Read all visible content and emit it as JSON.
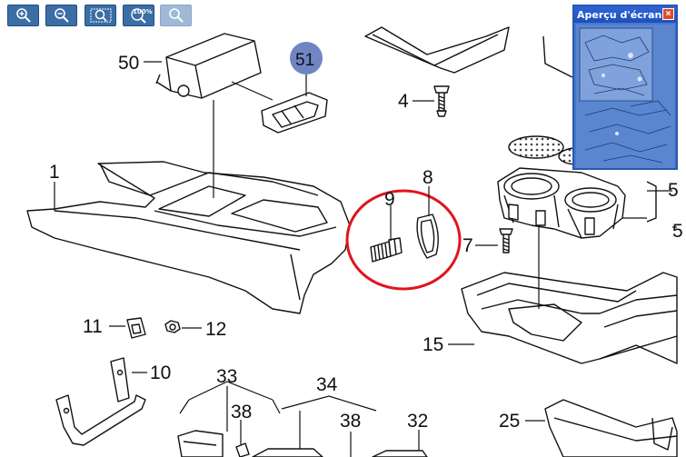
{
  "toolbar": {
    "zoom_in_label": "zoom in",
    "zoom_out_label": "zoom out",
    "zoom_fit_label": "zoom to fit",
    "zoom_100_text": "100%",
    "zoom_disabled_label": "zoom"
  },
  "preview": {
    "title": "Aperçu d'écran",
    "close_glyph": "×"
  },
  "callouts": {
    "c50": "50",
    "c51": "51",
    "c1": "1",
    "c4": "4",
    "c8": "8",
    "c9": "9",
    "c7": "7",
    "c5a": "5",
    "c5b": "5",
    "c11": "11",
    "c12": "12",
    "c10": "10",
    "c15": "15",
    "c33": "33",
    "c34": "34",
    "c38a": "38",
    "c38b": "38",
    "c32": "32",
    "c25": "25"
  },
  "colors": {
    "callout_highlight": "#6f86c3",
    "red_circle": "#e0141e",
    "toolbar_blue": "#3a6ea5"
  }
}
